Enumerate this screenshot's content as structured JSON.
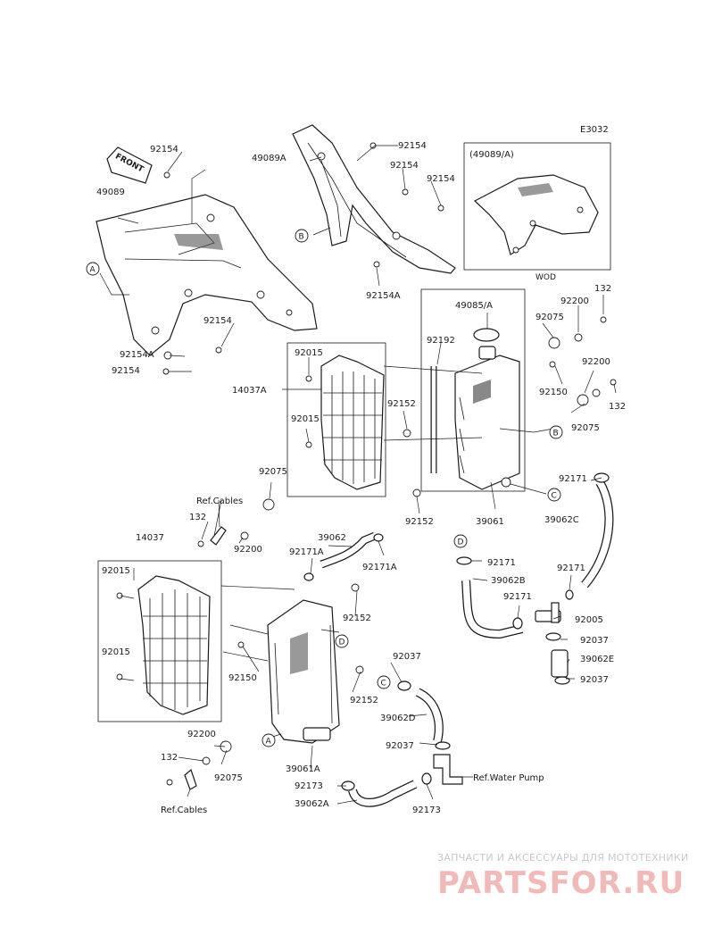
{
  "diagram_code": "E3032",
  "front_label": "FRONT",
  "inset": {
    "title": "(49089/A)",
    "note": "WOD"
  },
  "callouts": [
    "A",
    "B",
    "C",
    "D"
  ],
  "ref_labels": {
    "cables_top": "Ref.Cables",
    "cables_bottom": "Ref.Cables",
    "water_pump": "Ref.Water Pump"
  },
  "parts": {
    "p92154_a": "92154",
    "p49089": "49089",
    "p92154_b": "92154",
    "p92154A_a": "92154A",
    "p92154_c": "92154",
    "p49089A": "49089A",
    "p92154_d": "92154",
    "p92154_e": "92154",
    "p92154_f": "92154",
    "p92154A_b": "92154A",
    "p49085A": "49085/A",
    "p132_a": "132",
    "p92200_a": "92200",
    "p92075_a": "92075",
    "p92192": "92192",
    "p92015_a": "92015",
    "p14037A": "14037A",
    "p92015_b": "92015",
    "p92152_a": "92152",
    "p92150_a": "92150",
    "p92200_b": "92200",
    "p132_b": "132",
    "p92075_b": "92075",
    "p92171_a": "92171",
    "p92152_b": "92152",
    "p39061": "39061",
    "p39062C": "39062C",
    "p92075_c": "92075",
    "p132_c": "132",
    "p92200_c": "92200",
    "p39062": "39062",
    "p92171A_a": "92171A",
    "p92171A_b": "92171A",
    "p14037": "14037",
    "p92015_c": "92015",
    "p92171_b": "92171",
    "p39062B": "39062B",
    "p92171_c": "92171",
    "p92171_d": "92171",
    "p92005": "92005",
    "p92037_a": "92037",
    "p39062E": "39062E",
    "p92037_b": "92037",
    "p92152_c": "92152",
    "p92015_d": "92015",
    "p92150_b": "92150",
    "p92037_c": "92037",
    "p92152_d": "92152",
    "p39062D": "39062D",
    "p92037_d": "92037",
    "p92200_d": "92200",
    "p132_d": "132",
    "p92075_d": "92075",
    "p39061A": "39061A",
    "p92173_a": "92173",
    "p39062A": "39062A",
    "p92173_b": "92173"
  },
  "watermark": {
    "tagline": "ЗАПЧАСТИ И АКСЕССУАРЫ ДЛЯ МОТОТЕХНИКИ",
    "logo": "PARTSFOR.RU"
  }
}
